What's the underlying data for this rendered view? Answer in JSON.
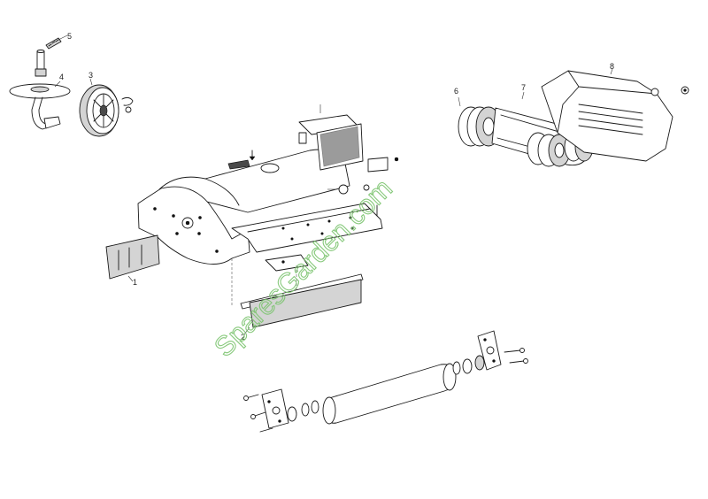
{
  "diagram": {
    "callouts": [
      {
        "id": "1",
        "label": "1"
      },
      {
        "id": "2",
        "label": "2"
      },
      {
        "id": "3",
        "label": "3"
      },
      {
        "id": "4",
        "label": "4"
      },
      {
        "id": "5",
        "label": "5"
      },
      {
        "id": "6",
        "label": "6"
      },
      {
        "id": "7",
        "label": "7"
      },
      {
        "id": "8",
        "label": "8"
      }
    ],
    "watermark": "SparesGarden.com"
  }
}
